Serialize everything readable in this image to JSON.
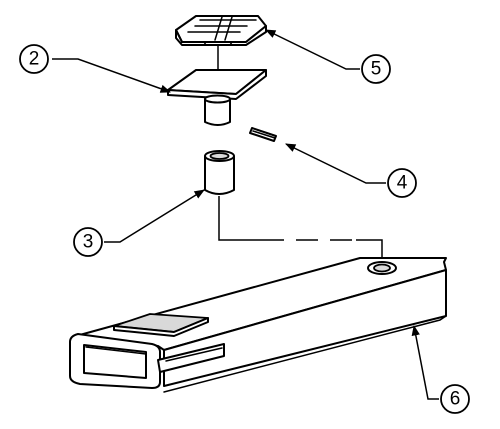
{
  "callouts": [
    {
      "id": "2",
      "label": "2"
    },
    {
      "id": "3",
      "label": "3"
    },
    {
      "id": "4",
      "label": "4"
    },
    {
      "id": "5",
      "label": "5"
    },
    {
      "id": "6",
      "label": "6"
    }
  ],
  "colors": {
    "line": "#000000",
    "background": "#ffffff",
    "shade": "#d9d9d9"
  }
}
